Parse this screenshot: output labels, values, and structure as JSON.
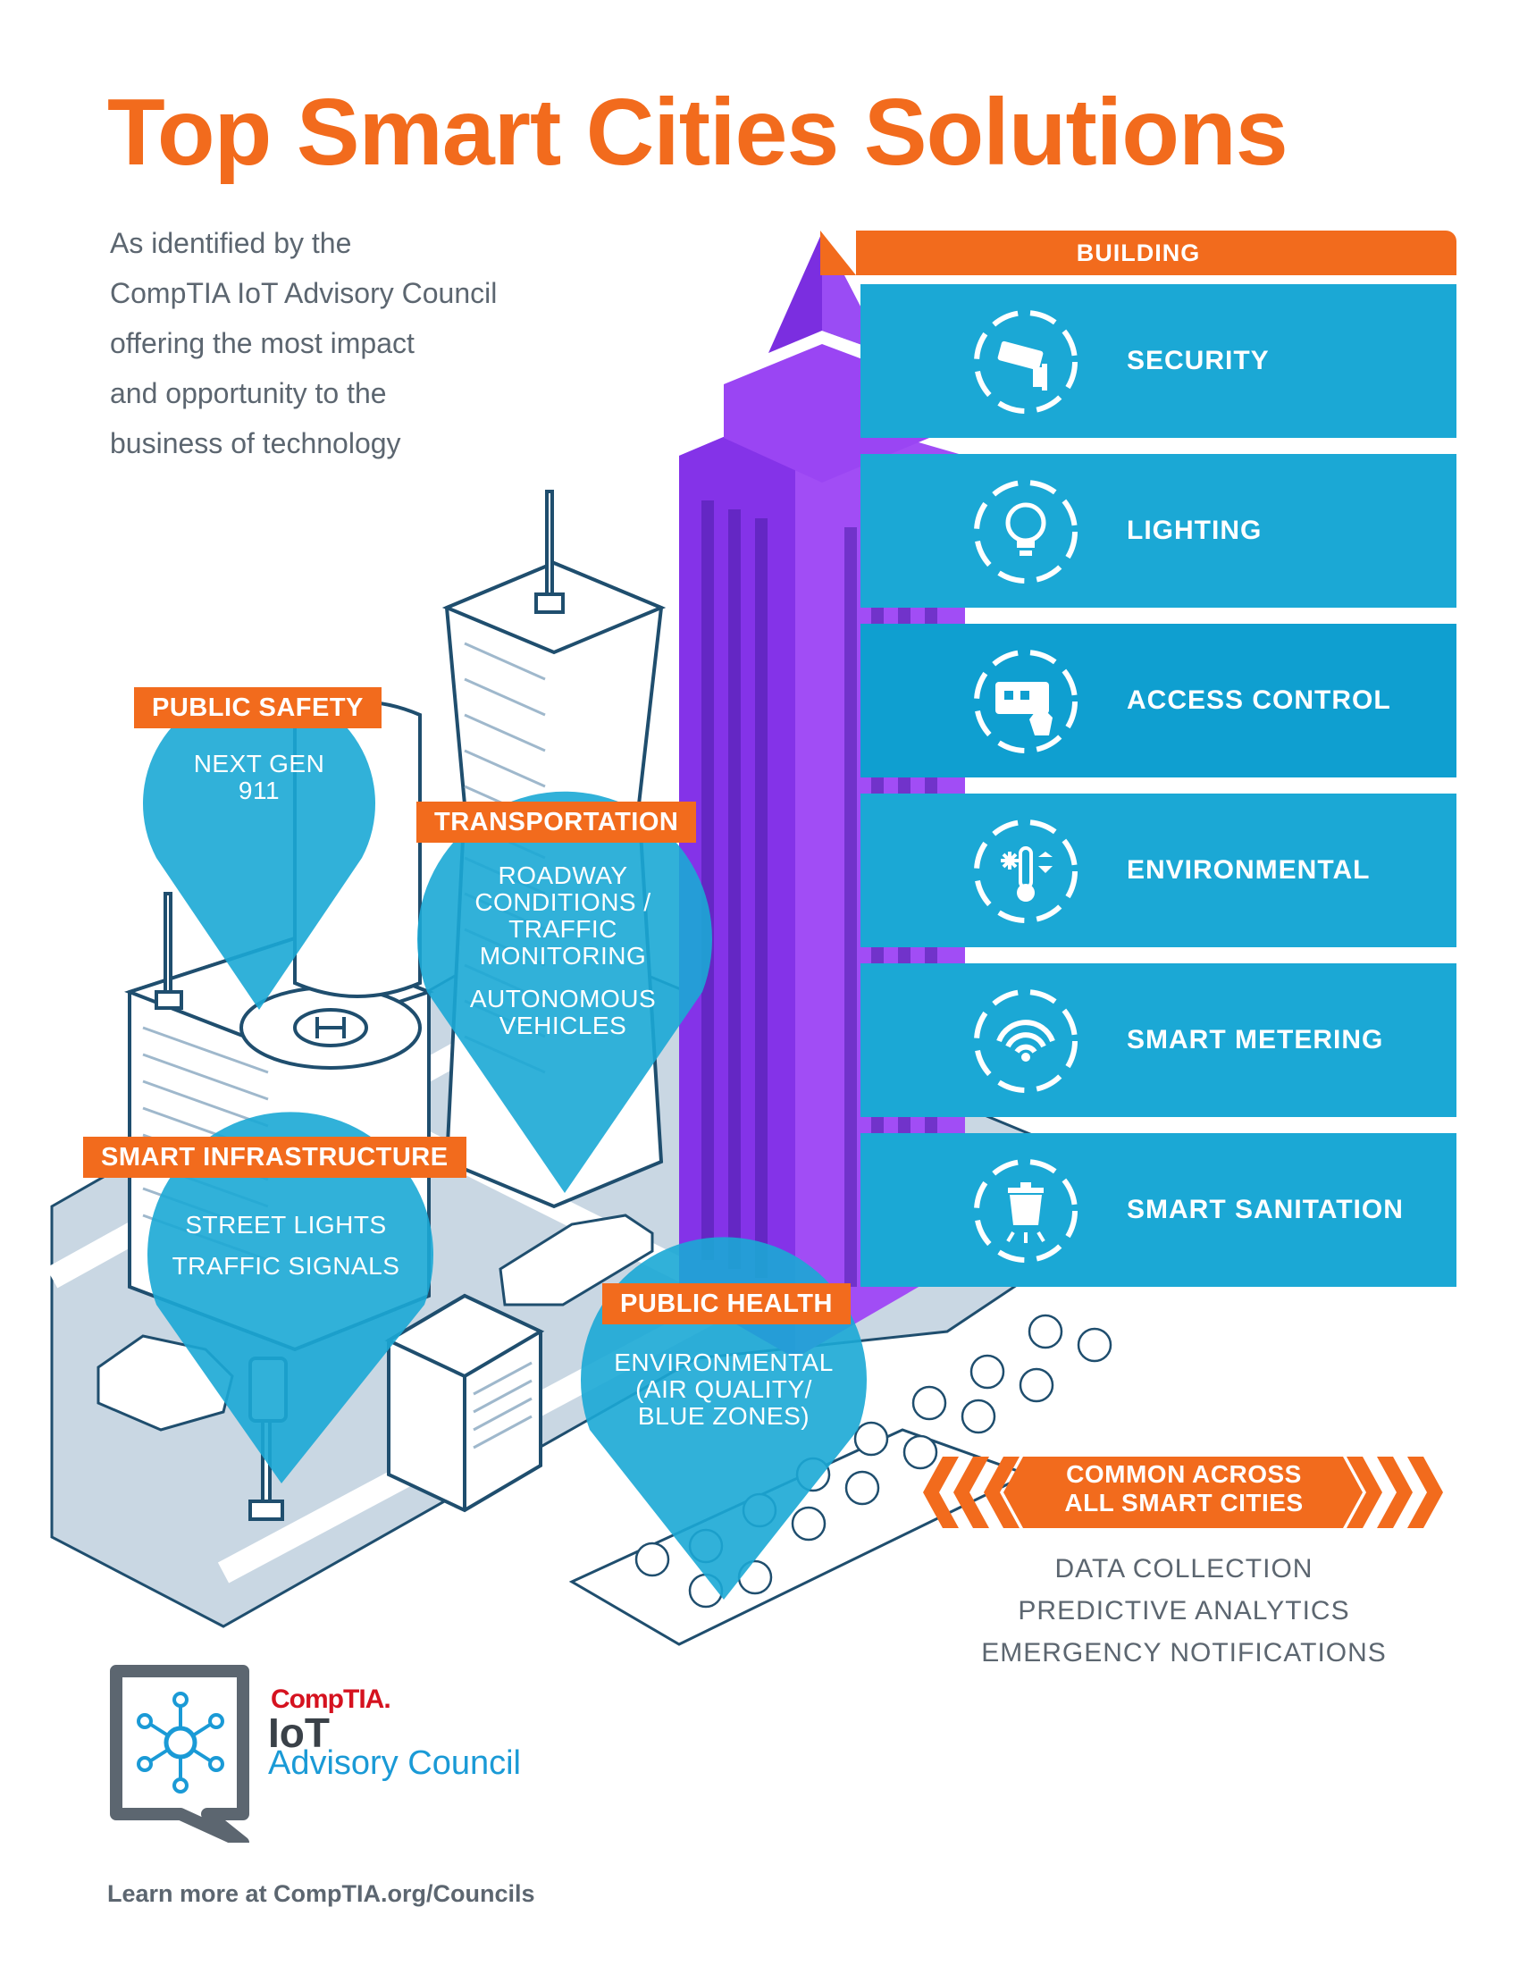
{
  "colors": {
    "orange": "#f26b1d",
    "blue": "#1ba8d5",
    "blue_dark": "#0f8fbd",
    "purple": "#8a3df0",
    "gray_text": "#5c6670",
    "street": "#c9d7e3",
    "outline": "#1f4e6e",
    "comptia_red": "#d5121f",
    "council_blue": "#1a9ad6"
  },
  "header": {
    "title": "Top Smart Cities Solutions",
    "intro_lines": [
      "As identified by the",
      "CompTIA IoT Advisory Council",
      "offering the most impact",
      "and opportunity to the",
      "business of technology"
    ]
  },
  "building_panel": {
    "heading": "BUILDING",
    "categories": [
      {
        "label": "SECURITY",
        "icon": "security-camera-icon"
      },
      {
        "label": "LIGHTING",
        "icon": "light-bulb-icon"
      },
      {
        "label": "ACCESS CONTROL",
        "icon": "keypad-hand-icon"
      },
      {
        "label": "ENVIRONMENTAL",
        "icon": "snowflake-thermometer-icon"
      },
      {
        "label": "SMART  METERING",
        "icon": "wireless-signal-icon"
      },
      {
        "label": "SMART SANITATION",
        "icon": "trash-bin-icon"
      }
    ]
  },
  "pins": {
    "public_safety": {
      "tag": "PUBLIC SAFETY",
      "lines": [
        "NEXT GEN",
        "911"
      ]
    },
    "transportation": {
      "tag": "TRANSPORTATION",
      "lines": [
        "ROADWAY",
        "CONDITIONS /",
        "TRAFFIC",
        "MONITORING",
        "AUTONOMOUS",
        "VEHICLES"
      ]
    },
    "smart_infrastructure": {
      "tag": "SMART INFRASTRUCTURE",
      "lines": [
        "STREET LIGHTS",
        "TRAFFIC SIGNALS"
      ]
    },
    "public_health": {
      "tag": "PUBLIC HEALTH",
      "lines": [
        "ENVIRONMENTAL",
        "(AIR QUALITY/",
        "BLUE ZONES)"
      ]
    }
  },
  "common": {
    "label_lines": [
      "COMMON ACROSS",
      "ALL SMART CITIES"
    ],
    "items": [
      "DATA COLLECTION",
      "PREDICTIVE ANALYTICS",
      "EMERGENCY NOTIFICATIONS"
    ]
  },
  "logo": {
    "brand": "CompTIA.",
    "line1": "IoT",
    "line2": "Advisory Council",
    "icon": "network-hub-icon"
  },
  "footer": {
    "text": "Learn more at CompTIA.org/Councils"
  }
}
